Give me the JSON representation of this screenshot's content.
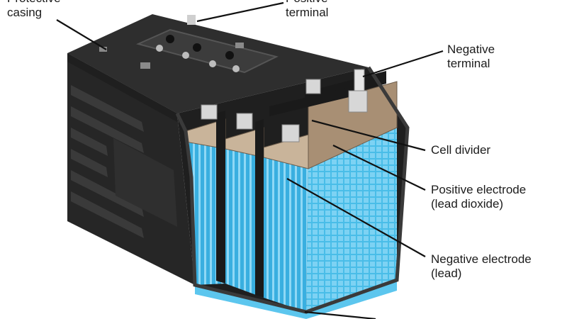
{
  "labels": {
    "protective_casing": {
      "line1": "Protective",
      "line2": "casing"
    },
    "positive_terminal": {
      "line1": "Positive",
      "line2": "terminal"
    },
    "negative_terminal": {
      "line1": "Negative",
      "line2": "terminal"
    },
    "cell_divider": {
      "line1": "Cell divider"
    },
    "positive_electrode": {
      "line1": "Positive electrode",
      "line2": "(lead dioxide)"
    },
    "negative_electrode": {
      "line1": "Negative electrode",
      "line2": "(lead)"
    }
  },
  "colors": {
    "casing": "#2b2b2b",
    "casing_dark": "#1b1b1b",
    "electrolyte": "#3fb8e6",
    "electrolyte_light": "#8fd8f5",
    "terminal": "#d7d7d7",
    "plate_tan": "#c9b49a",
    "leader": "#111111"
  }
}
